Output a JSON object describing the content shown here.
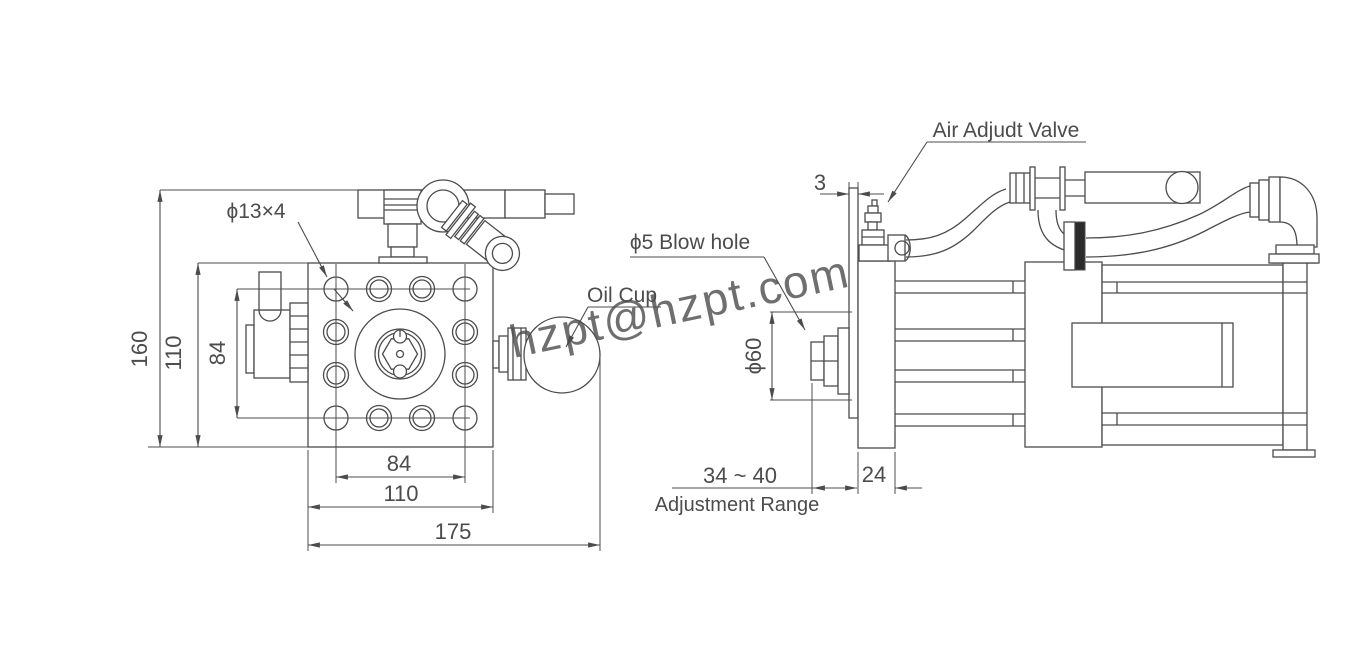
{
  "front_view": {
    "labels": {
      "bolt_pattern": "ϕ13×4",
      "oil_cup": "Oil Cup"
    },
    "dims": {
      "total_height": "160",
      "plate_height": "110",
      "holes_height": "84",
      "holes_width": "84",
      "plate_width": "110",
      "total_width": "175"
    }
  },
  "side_view": {
    "labels": {
      "air_valve": "Air Adjudt Valve",
      "blow_hole": "ϕ5 Blow hole",
      "adjustment_value": "34 ~ 40",
      "adjustment_label": "Adjustment Range"
    },
    "dims": {
      "plate_thickness": "3",
      "boss_diameter": "ϕ60",
      "flange_width": "24"
    }
  },
  "watermark": {
    "text": "hzpt@hzpt.com",
    "color": "#b4d0e8"
  },
  "style": {
    "line_color": "#4c4c4c",
    "background": "#ffffff"
  }
}
